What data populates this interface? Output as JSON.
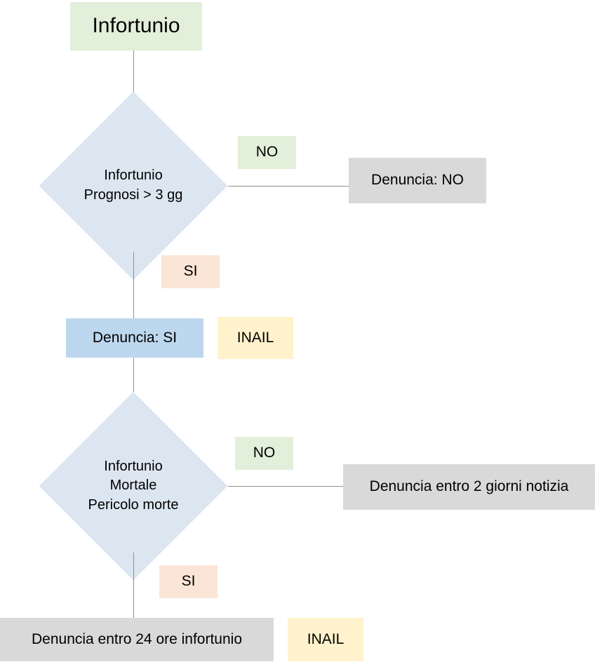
{
  "diagram": {
    "title": "Infortunio",
    "type": "flowchart",
    "language": "it",
    "colors": {
      "start_green": "#e2efda",
      "decision_blue": "#dce6f1",
      "action_blue": "#bdd7ee",
      "result_gray": "#d9d9d9",
      "yes_peach": "#fbe5d6",
      "inail_yellow": "#fff2cc",
      "connector_gray": "#8f8f8f",
      "background": "#ffffff"
    }
  },
  "nodes": {
    "start": {
      "label": "Infortunio"
    },
    "decision1": {
      "label": "Infortunio\nPrognosi > 3 gg"
    },
    "decision1_no_tag": {
      "label": "NO"
    },
    "decision1_no_result": {
      "label": "Denuncia: NO"
    },
    "decision1_si_tag": {
      "label": "SI"
    },
    "denuncia_si": {
      "label": "Denuncia: SI"
    },
    "denuncia_si_entity": {
      "label": "INAIL"
    },
    "decision2": {
      "label": "Infortunio\nMortale\nPericolo morte"
    },
    "decision2_no_tag": {
      "label": "NO"
    },
    "decision2_no_result": {
      "label": "Denuncia entro 2 giorni notizia"
    },
    "decision2_si_tag": {
      "label": "SI"
    },
    "decision2_si_result": {
      "label": "Denuncia entro 24 ore infortunio"
    },
    "decision2_si_entity": {
      "label": "INAIL"
    }
  }
}
